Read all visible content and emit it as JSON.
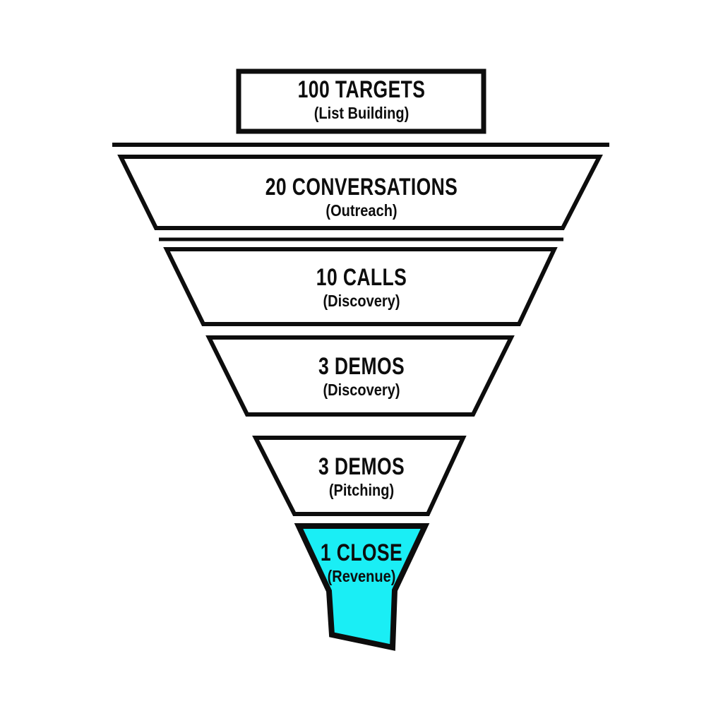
{
  "diagram": {
    "type": "sales-funnel",
    "background_color": "#ffffff",
    "stroke_color": "#0d0d0d",
    "stage_fill_color": "#ffffff",
    "highlight_color": "#1aeef5",
    "stages": [
      {
        "title": "100 TARGETS",
        "subtitle": "(List Building)",
        "shape": "rectangle",
        "highlighted": false
      },
      {
        "title": "20 CONVERSATIONS",
        "subtitle": "(Outreach)",
        "shape": "trapezoid",
        "highlighted": false
      },
      {
        "title": "10 CALLS",
        "subtitle": "(Discovery)",
        "shape": "trapezoid",
        "highlighted": false
      },
      {
        "title": "3 DEMOS",
        "subtitle": "(Discovery)",
        "shape": "trapezoid",
        "highlighted": false
      },
      {
        "title": "3 DEMOS",
        "subtitle": "(Pitching)",
        "shape": "trapezoid",
        "highlighted": false
      },
      {
        "title": "1 CLOSE",
        "subtitle": "(Revenue)",
        "shape": "funnel-spout",
        "highlighted": true
      }
    ]
  }
}
